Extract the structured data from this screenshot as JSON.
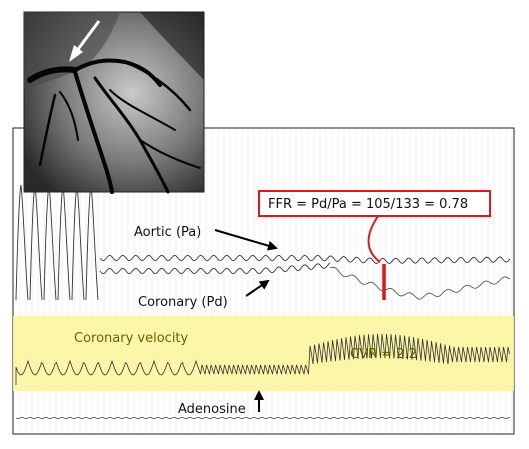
{
  "labels": {
    "aortic": "Aortic (Pa)",
    "coronary": "Coronary (Pd)",
    "velocity": "Coronary velocity",
    "cvr": "CVR = 2.2",
    "adenosine": "Adenosine",
    "ffr": "FFR = Pd/Pa = 105/133 = 0.78"
  },
  "colors": {
    "highlight": "#fbf59a",
    "ffr_accent": "#e0161b",
    "trace": "#333333",
    "velocity_text": "#6b6200"
  },
  "icons": [
    "white-arrow-icon",
    "black-arrow-icon",
    "red-bar-icon"
  ]
}
